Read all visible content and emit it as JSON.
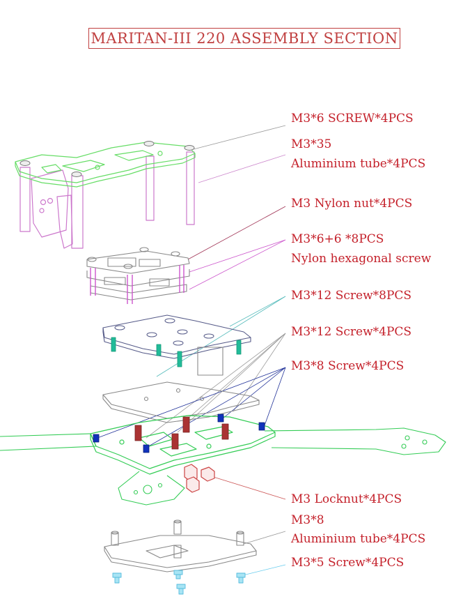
{
  "title": "MARITAN-III 220 ASSEMBLY SECTION",
  "callouts": {
    "m3x6_screw": "M3*6 SCREW*4PCS",
    "m3x35": "M3*35",
    "alu_tube_35": "Aluminium tube*4PCS",
    "nylon_nut": "M3  Nylon nut*4PCS",
    "m3x6_6": "M3*6+6 *8PCS",
    "nylon_hex_screw": "Nylon hexagonal screw",
    "m3x12_screw_8": "M3*12 Screw*8PCS",
    "m3x12_screw_4": "M3*12 Screw*4PCS",
    "m3x8_screw": "M3*8 Screw*4PCS",
    "locknut": "M3 Locknut*4PCS",
    "m3x8": "M3*8",
    "alu_tube_8": "Aluminium tube*4PCS",
    "m3x5_screw": "M3*5 Screw*4PCS"
  },
  "colors": {
    "label_red": "#c4202a",
    "title_red": "#c04040",
    "top_plate_green": "#66dd66",
    "standoff_magenta": "#cc77cc",
    "pdb_gray": "#888888",
    "screw_teal": "#22bb99",
    "blue_screw": "#1133bb",
    "red_spacer": "#aa3333",
    "arm_green": "#33cc55",
    "bottom_blue": "#66ccee"
  }
}
